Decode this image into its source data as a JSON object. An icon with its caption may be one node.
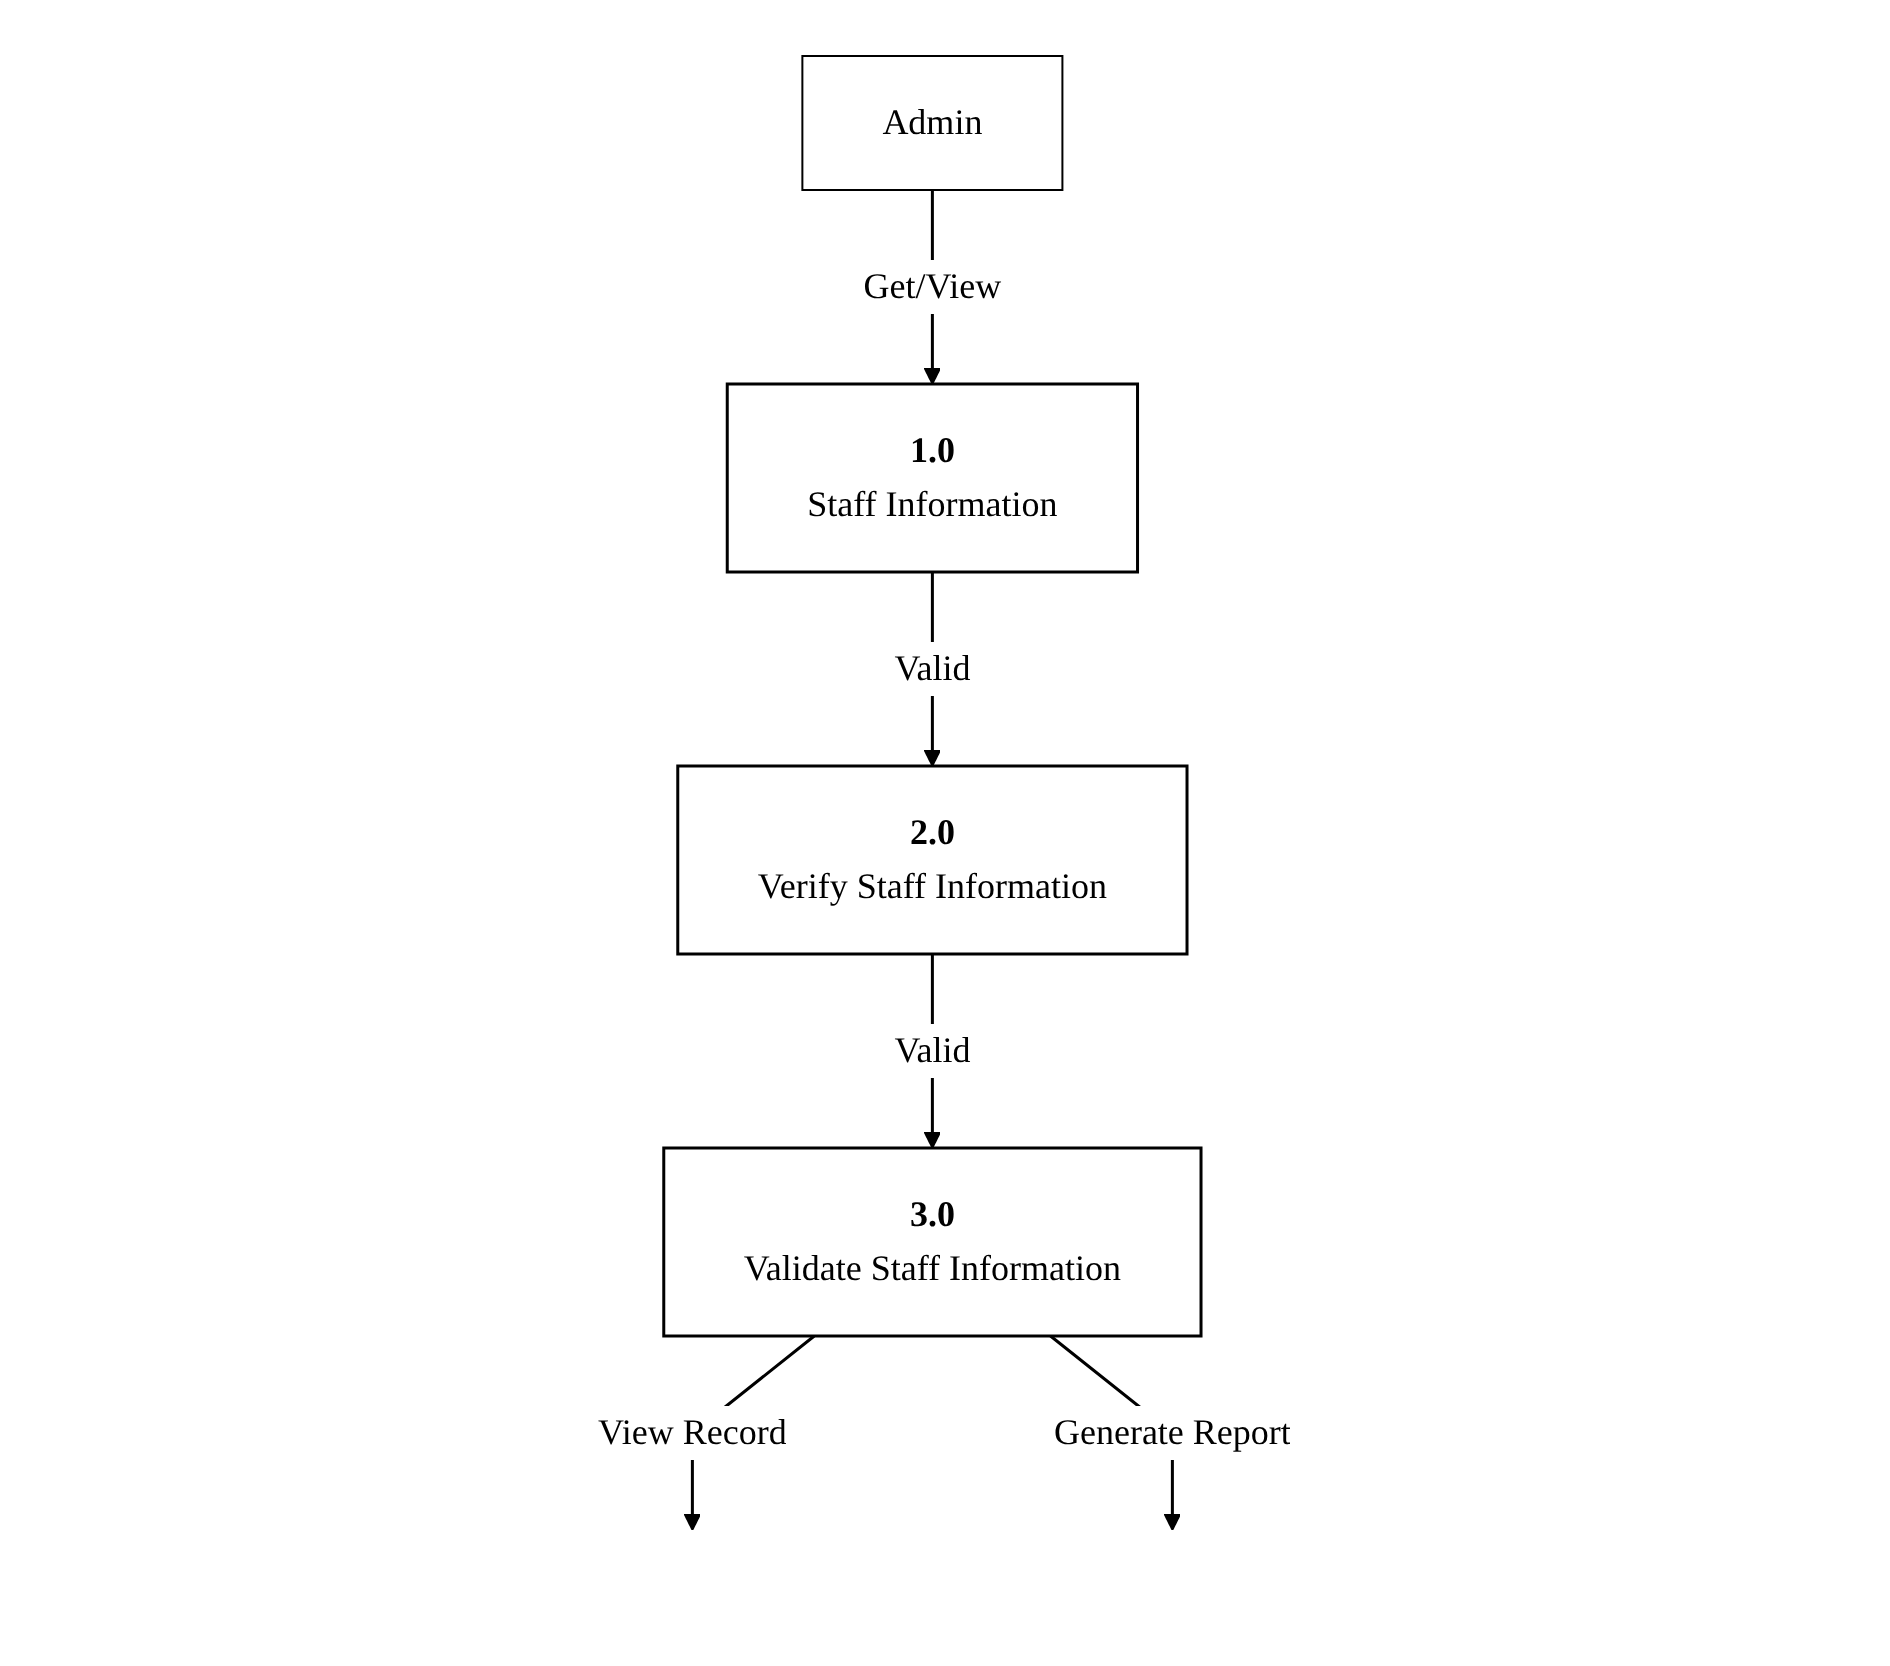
{
  "diagram": {
    "nodes": [
      {
        "text": [
          "Admin"
        ]
      },
      {
        "text": [
          "1.0",
          "Staff Information"
        ]
      },
      {
        "text": [
          "2.0",
          "Verify Staff Information"
        ]
      },
      {
        "text": [
          "3.0",
          "Validate Staff Information"
        ]
      }
    ],
    "edges": [
      {
        "from": 0,
        "to": 1,
        "arrow": "to",
        "label": "Get/View"
      },
      {
        "from": 1,
        "to": 2,
        "arrow": "to",
        "label": "Valid"
      },
      {
        "from": 2,
        "to": 3,
        "arrow": "to",
        "label": "Valid"
      },
      {
        "from": 3,
        "to": null,
        "arrow": "to",
        "label": "View Record"
      },
      {
        "from": 3,
        "to": null,
        "arrow": "to",
        "label": "Generate Report"
      }
    ]
  }
}
